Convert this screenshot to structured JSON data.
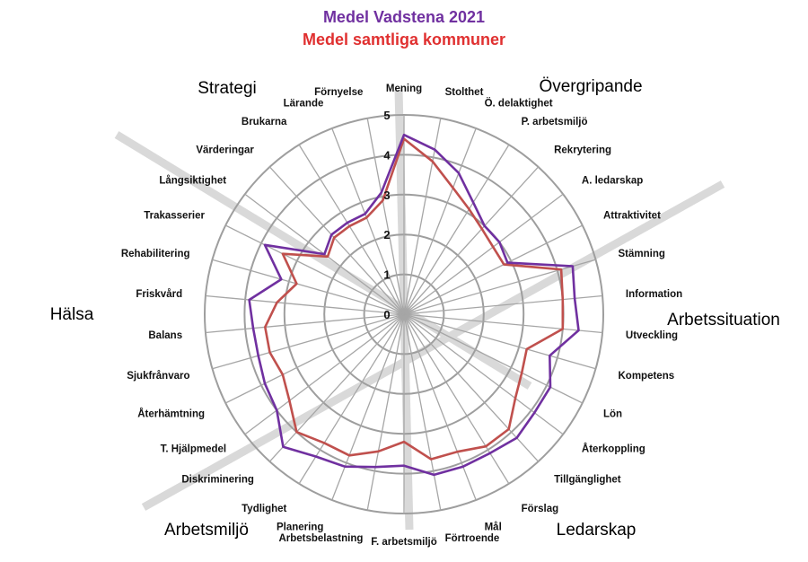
{
  "chart_data": {
    "type": "radar",
    "title": "Medel Vadstena 2021",
    "subtitle": "Medel samtliga kommuner",
    "rlim": [
      0,
      5
    ],
    "r_ticks": [
      "0",
      "1",
      "2",
      "3",
      "4",
      "5"
    ],
    "grid": true,
    "categories": [
      "Mening",
      "Stolthet",
      "Ö. delaktighet",
      "P. arbetsmiljö",
      "Rekrytering",
      "A. ledarskap",
      "Attraktivitet",
      "Stämning",
      "Information",
      "Utveckling",
      "Kompetens",
      "Lön",
      "Återkoppling",
      "Tillgänglighet",
      "Förslag",
      "Mål",
      "Förtroende",
      "F. arbetsmiljö",
      "Arbetsbelastning",
      "Planering",
      "Tydlighet",
      "Diskriminering",
      "T. Hjälpmedel",
      "Återhämtning",
      "Sjukfrånvaro",
      "Balans",
      "Friskvård",
      "Rehabilitering",
      "Trakasserier",
      "Långsiktighet",
      "Värderingar",
      "Brukarna",
      "Lärande",
      "Förnyelse"
    ],
    "series": [
      {
        "name": "Medel Vadstena 2021",
        "color": "#7030a0",
        "values": [
          4.5,
          4.2,
          3.8,
          3.3,
          3.0,
          3.0,
          2.9,
          4.4,
          4.3,
          4.4,
          3.8,
          4.1,
          4.1,
          4.2,
          4.1,
          4.1,
          4.1,
          3.8,
          3.9,
          4.1,
          4.2,
          4.5,
          4.0,
          3.9,
          3.8,
          3.8,
          3.9,
          3.2,
          3.9,
          2.5,
          2.7,
          2.7,
          2.7,
          3.1
        ]
      },
      {
        "name": "Medel samtliga kommuner",
        "color": "#c0504d",
        "values": [
          4.4,
          3.9,
          3.4,
          3.1,
          2.9,
          2.8,
          2.8,
          4.1,
          4.0,
          4.0,
          3.2,
          3.3,
          3.5,
          3.9,
          3.9,
          3.7,
          3.7,
          3.2,
          3.5,
          3.8,
          3.8,
          4.0,
          3.6,
          3.4,
          3.5,
          3.5,
          3.2,
          2.8,
          3.4,
          2.4,
          2.6,
          2.6,
          2.6,
          2.9
        ]
      }
    ],
    "groups": [
      {
        "label": "Strategi",
        "color": "#7030a0"
      },
      {
        "label": "Övergripande",
        "color": "#4f6228"
      },
      {
        "label": "Hälsa",
        "color": "#1f6eb5"
      },
      {
        "label": "Arbetssituation",
        "color": "#e02020"
      },
      {
        "label": "Arbetsmiljö",
        "color": "#22a64a"
      },
      {
        "label": "Ledarskap",
        "color": "#e07b1e"
      }
    ]
  }
}
